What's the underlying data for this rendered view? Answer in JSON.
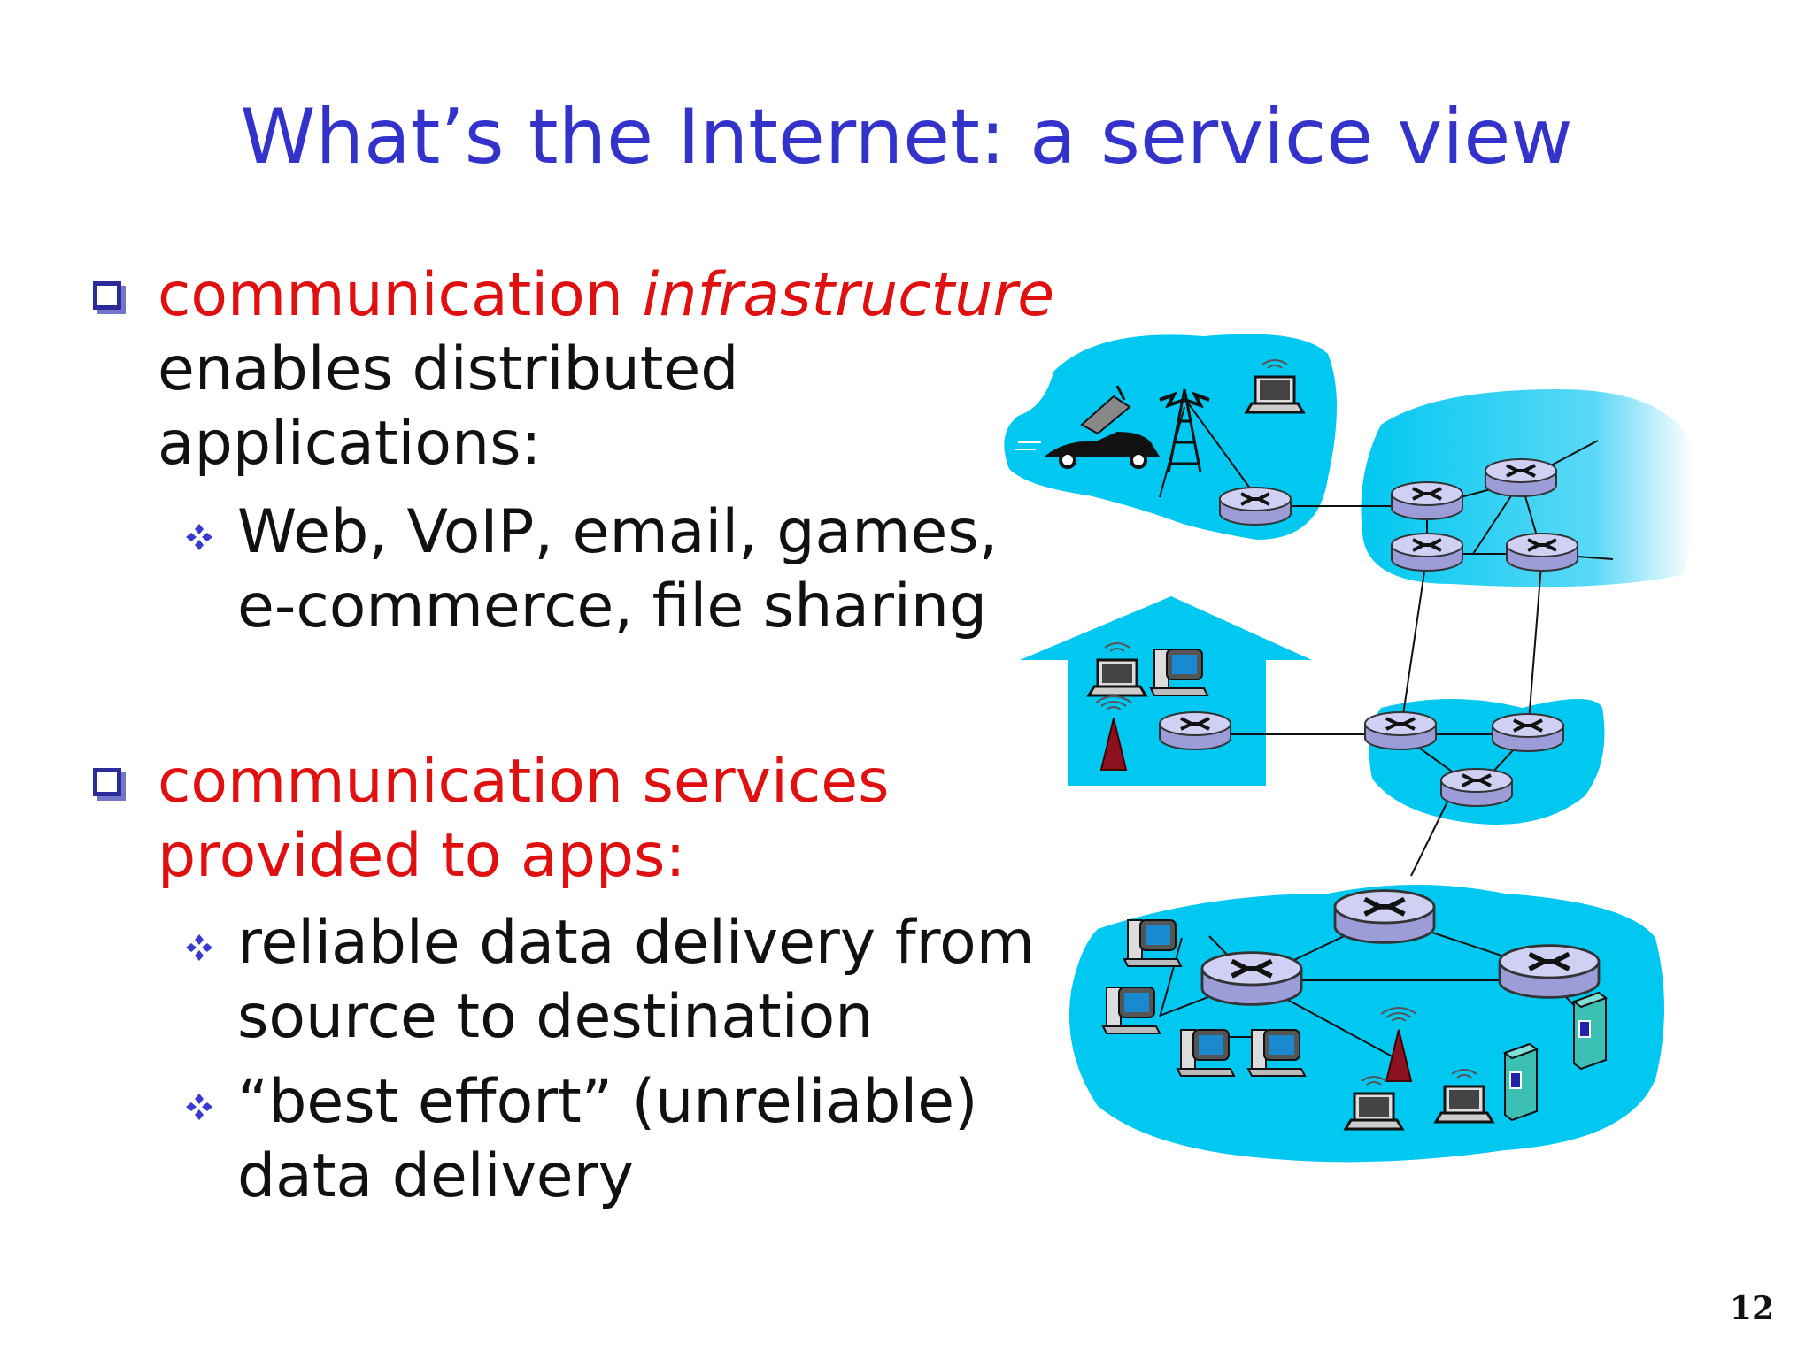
{
  "slide": {
    "title": "What’s the Internet: a service view",
    "page_number": "12"
  },
  "bullets": [
    {
      "lead": "communication ",
      "lead_italic": "infrastructure",
      "lines": [
        "enables distributed",
        "applications:"
      ],
      "subs": [
        {
          "lines": [
            "Web, VoIP, email, games,",
            "e-commerce, file sharing"
          ]
        }
      ]
    },
    {
      "red_lines": [
        "communication services",
        "provided to apps:"
      ],
      "subs": [
        {
          "lines": [
            "reliable data delivery from",
            "source to destination"
          ]
        },
        {
          "lines": [
            "“best effort” (unreliable)",
            "data delivery"
          ]
        }
      ]
    }
  ],
  "colors": {
    "title": "#3333cc",
    "emphasis": "#e01010",
    "network_cloud": "#00c8f0",
    "router": "#c8c8f0",
    "bullet": "#2b2b9a"
  },
  "icons": [
    "router-icon",
    "laptop-icon",
    "desktop-icon",
    "server-icon",
    "cell-tower-icon",
    "wireless-antenna-icon",
    "cell-phone-icon",
    "car-icon"
  ]
}
